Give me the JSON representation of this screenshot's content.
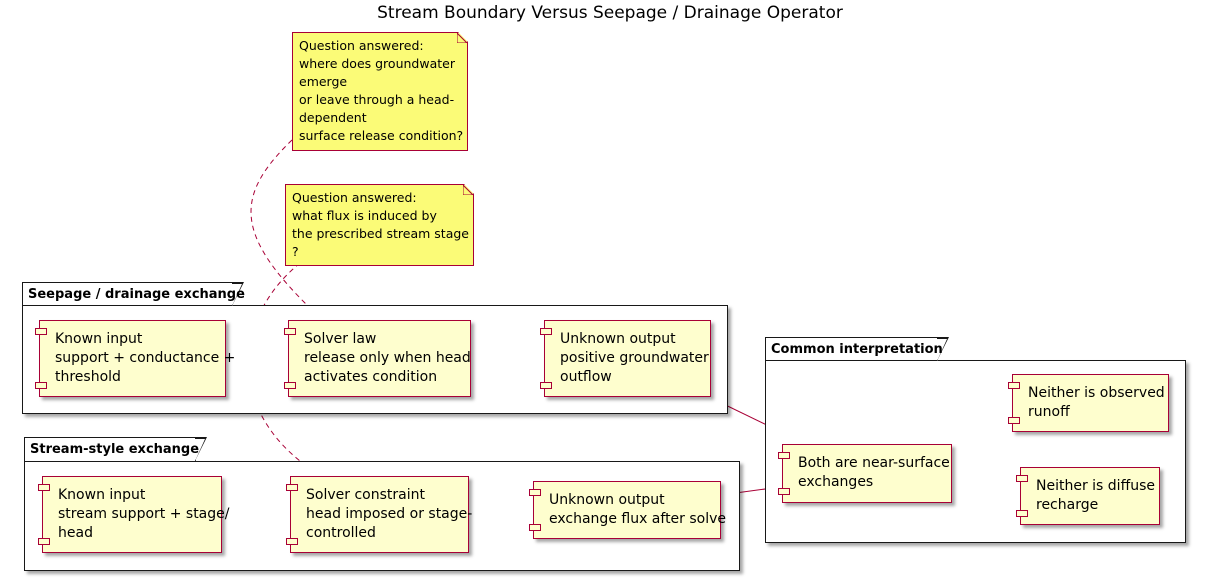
{
  "title": "Stream Boundary Versus Seepage / Drainage Operator",
  "packages": {
    "seepage": {
      "label": "Seepage / drainage exchange"
    },
    "stream": {
      "label": "Stream-style exchange"
    },
    "common": {
      "label": "Common interpretation"
    }
  },
  "components": {
    "seep_input": {
      "lines": [
        "Known input",
        "support + conductance +",
        "threshold"
      ]
    },
    "seep_law": {
      "lines": [
        "Solver law",
        "release only when head",
        "activates condition"
      ]
    },
    "seep_output": {
      "lines": [
        "Unknown output",
        "positive groundwater",
        "outflow"
      ]
    },
    "stream_input": {
      "lines": [
        "Known input",
        "stream support + stage/",
        "head"
      ]
    },
    "stream_constraint": {
      "lines": [
        "Solver constraint",
        "head imposed or stage-",
        "controlled"
      ]
    },
    "stream_output": {
      "lines": [
        "Unknown output",
        "exchange flux after solve"
      ]
    },
    "both": {
      "lines": [
        "Both are near-surface",
        "exchanges"
      ]
    },
    "not_runoff": {
      "lines": [
        "Neither is observed",
        "runoff"
      ]
    },
    "not_recharge": {
      "lines": [
        "Neither is diffuse",
        "recharge"
      ]
    }
  },
  "notes": {
    "seepage_note": {
      "lines": [
        "Question answered:",
        "where does groundwater",
        "emerge",
        "or leave through a head-",
        "dependent",
        "surface release condition?"
      ]
    },
    "stream_note": {
      "lines": [
        "Question answered:",
        "what flux is induced by",
        "the prescribed stream stage",
        "?"
      ]
    }
  },
  "colors": {
    "component_fill": "#fefece",
    "component_border": "#a80036",
    "note_fill": "#fbfb77",
    "arrow": "#a80036"
  }
}
